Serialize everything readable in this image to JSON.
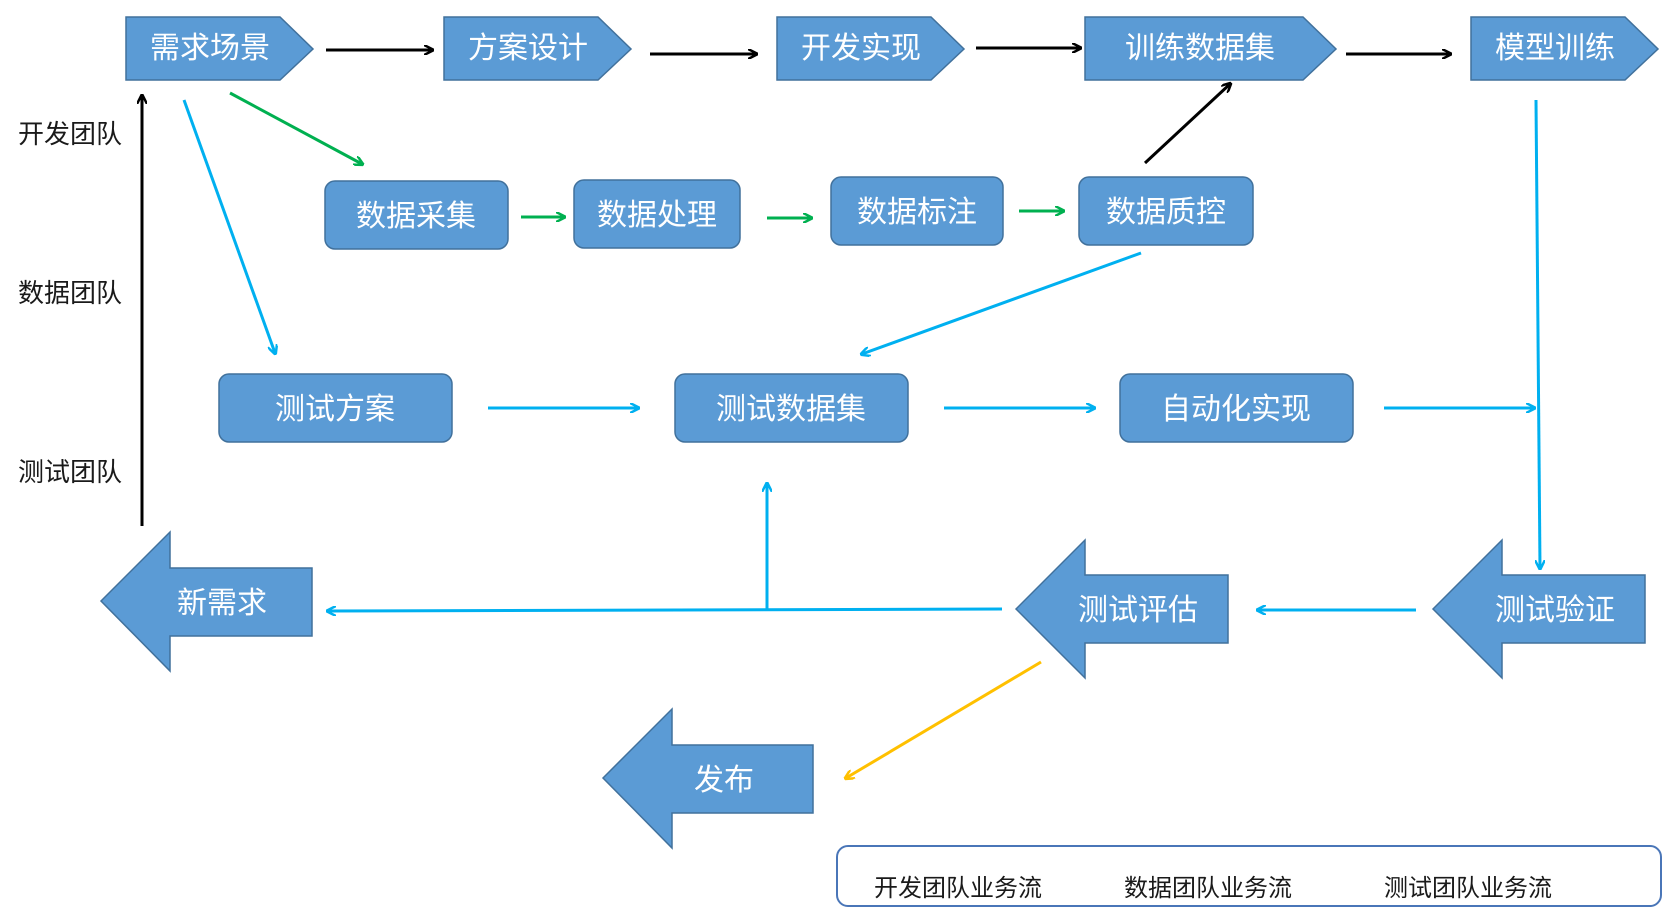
{
  "colors": {
    "box_fill": "#5b9bd5",
    "box_stroke": "#41719c",
    "dev_flow": "#000000",
    "data_flow": "#00b050",
    "test_flow": "#00b0f0",
    "release_flow": "#ffc000"
  },
  "top_row": [
    "需求场景",
    "方案设计",
    "开发实现",
    "训练数据集",
    "模型训练"
  ],
  "data_row": [
    "数据采集",
    "数据处理",
    "数据标注",
    "数据质控"
  ],
  "test_row": [
    "测试方案",
    "测试数据集",
    "自动化实现"
  ],
  "bottom_row": {
    "new_req": "新需求",
    "eval": "测试评估",
    "verify": "测试验证",
    "release": "发布"
  },
  "side_labels": [
    "开发团队",
    "数据团队",
    "测试团队"
  ],
  "legend": {
    "dev": "开发团队业务流",
    "data": "数据团队业务流",
    "test": "测试团队业务流"
  }
}
